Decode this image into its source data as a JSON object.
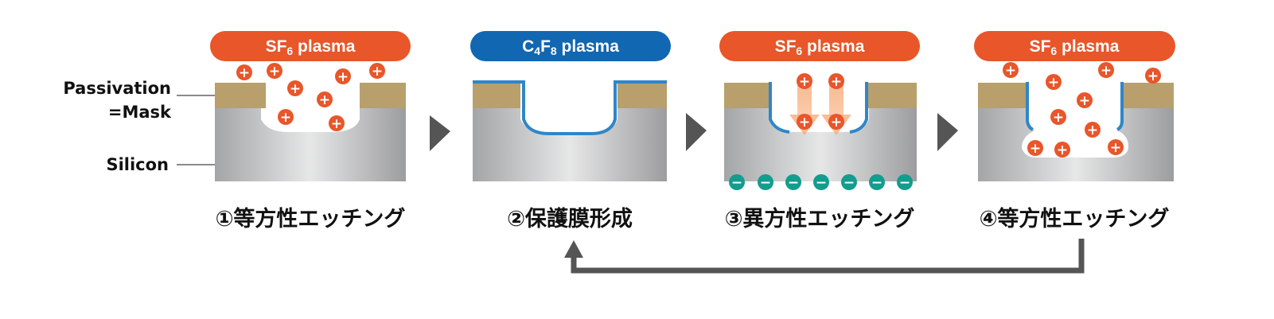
{
  "colors": {
    "sf6_plasma": "#e8562a",
    "c4f8_plasma": "#1167b1",
    "mask": "#b89f6c",
    "silicon_light": "#e4e5e5",
    "silicon_dark": "#9c9d9f",
    "passivation_film": "#2f86c8",
    "positive_ion": "#e8562a",
    "negative_ion": "#149c8e",
    "arrow": "#555555"
  },
  "labels": {
    "passivation_line1": "Passivation",
    "passivation_line2": "=Mask",
    "silicon": "Silicon"
  },
  "ion_symbols": {
    "positive": "+",
    "negative": "−"
  },
  "plasmas": [
    {
      "main": "SF",
      "sub": "6",
      "rest": " plasma"
    },
    {
      "main": "C",
      "sub": "4",
      "mid": "F",
      "sub2": "8",
      "rest": " plasma"
    },
    {
      "main": "SF",
      "sub": "6",
      "rest": " plasma"
    },
    {
      "main": "SF",
      "sub": "6",
      "rest": " plasma"
    }
  ],
  "steps": [
    {
      "label": "①等方性エッチング"
    },
    {
      "label": "②保護膜形成"
    },
    {
      "label": "③異方性エッチング"
    },
    {
      "label": "④等方性エッチング"
    }
  ],
  "cycle_note": "steps 2 to 4 repeat"
}
